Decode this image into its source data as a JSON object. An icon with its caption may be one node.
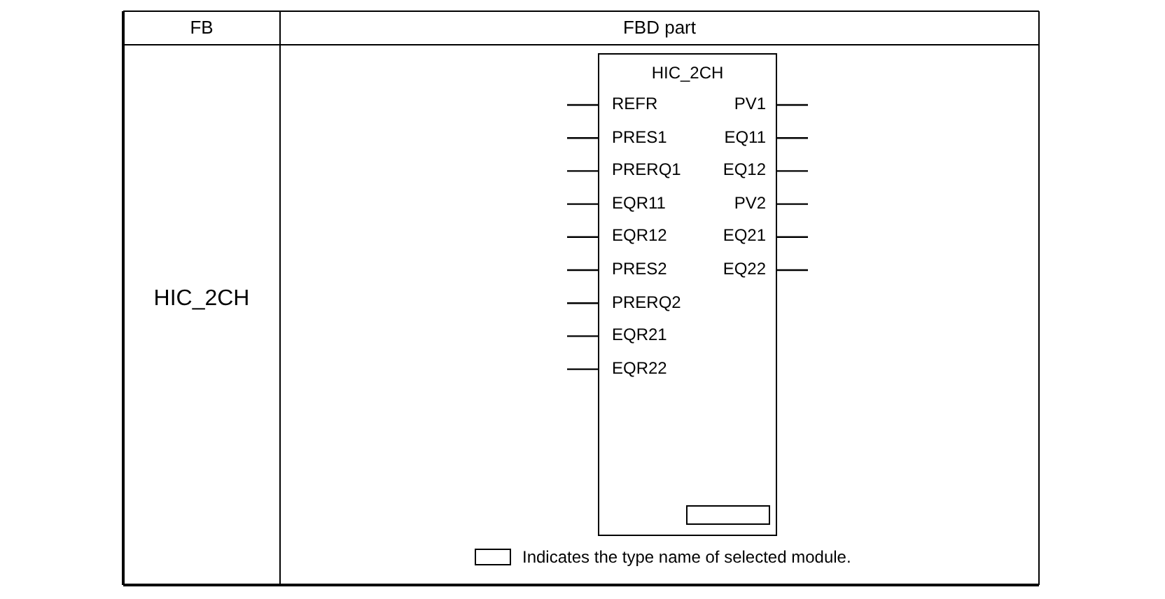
{
  "diagram": {
    "nodes": [
      {
        "text": [
          "HIC_2CH"
        ]
      },
      {
        "text": [],
        "shape": "box",
        "in": 0
      }
    ],
    "edges": [],
    "labels": [
      "FB",
      "FBD part",
      "HIC_2CH",
      "REFR",
      "PV1",
      "PRES1",
      "EQ11",
      "PRERQ1",
      "EQ12",
      "EQR11",
      "PV2",
      "EQR12",
      "EQ21",
      "PRES2",
      "EQ22",
      "PRERQ2",
      "EQR21",
      "EQR22"
    ],
    "legend": [
      {
        "text": "Indicates the type name of selected module."
      }
    ]
  }
}
